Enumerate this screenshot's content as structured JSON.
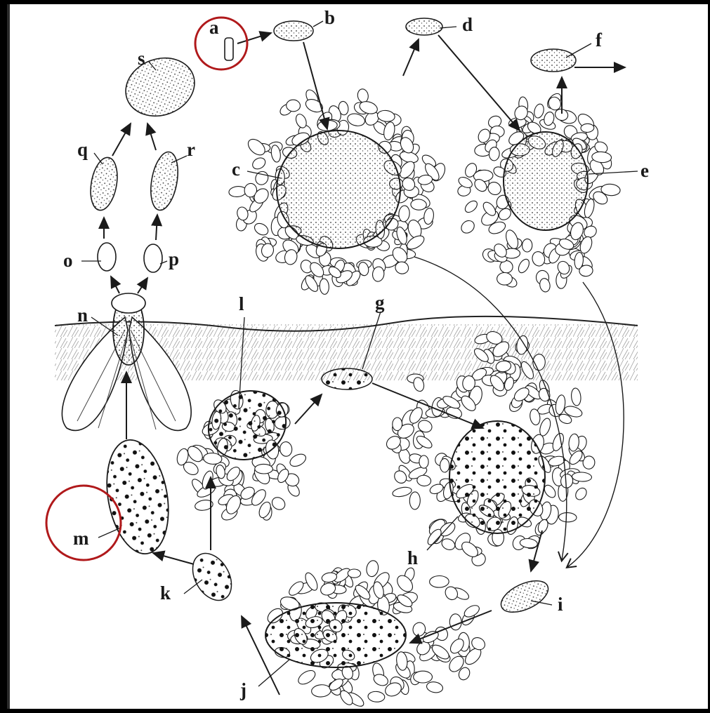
{
  "diagram": {
    "labels": [
      "a",
      "b",
      "c",
      "d",
      "e",
      "f",
      "g",
      "h",
      "i",
      "j",
      "k",
      "l",
      "m",
      "n",
      "o",
      "p",
      "q",
      "r",
      "s"
    ],
    "highlighted": [
      "a",
      "m"
    ],
    "highlight_color": "#b0191b",
    "ink_color": "#1a1a1a",
    "egg_fill": "#ffffff"
  },
  "labels": {
    "a": "a",
    "b": "b",
    "c": "c",
    "d": "d",
    "e": "e",
    "f": "f",
    "g": "g",
    "h": "h",
    "i": "i",
    "j": "j",
    "k": "k",
    "l": "l",
    "m": "m",
    "n": "n",
    "o": "o",
    "p": "p",
    "q": "q",
    "r": "r",
    "s": "s"
  }
}
